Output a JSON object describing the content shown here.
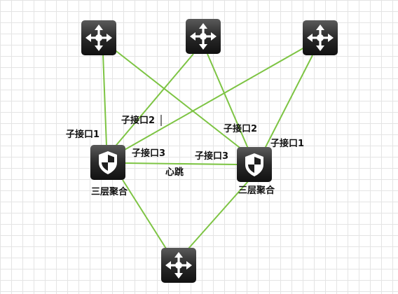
{
  "colors": {
    "link": "#7dc443",
    "device_dark": "#1f1f1f",
    "device_light": "#5a5a5a",
    "icon_fill": "#ffffff"
  },
  "icons": {
    "router": "router-icon",
    "firewall": "shield-firewall-icon"
  },
  "devices": {
    "router_top_left": {
      "type": "router"
    },
    "router_top_center": {
      "type": "router"
    },
    "router_top_right": {
      "type": "router"
    },
    "router_bottom": {
      "type": "router"
    },
    "switch_left": {
      "type": "firewall",
      "label": "三层聚合"
    },
    "switch_right": {
      "type": "firewall",
      "label": "三层聚合"
    }
  },
  "link_labels": {
    "left_sub1": "子接口1",
    "left_sub2": "子接口2",
    "left_sub3": "子接口3",
    "right_sub1": "子接口1",
    "right_sub2": "子接口2",
    "right_sub3": "子接口3",
    "heartbeat": "心跳"
  }
}
